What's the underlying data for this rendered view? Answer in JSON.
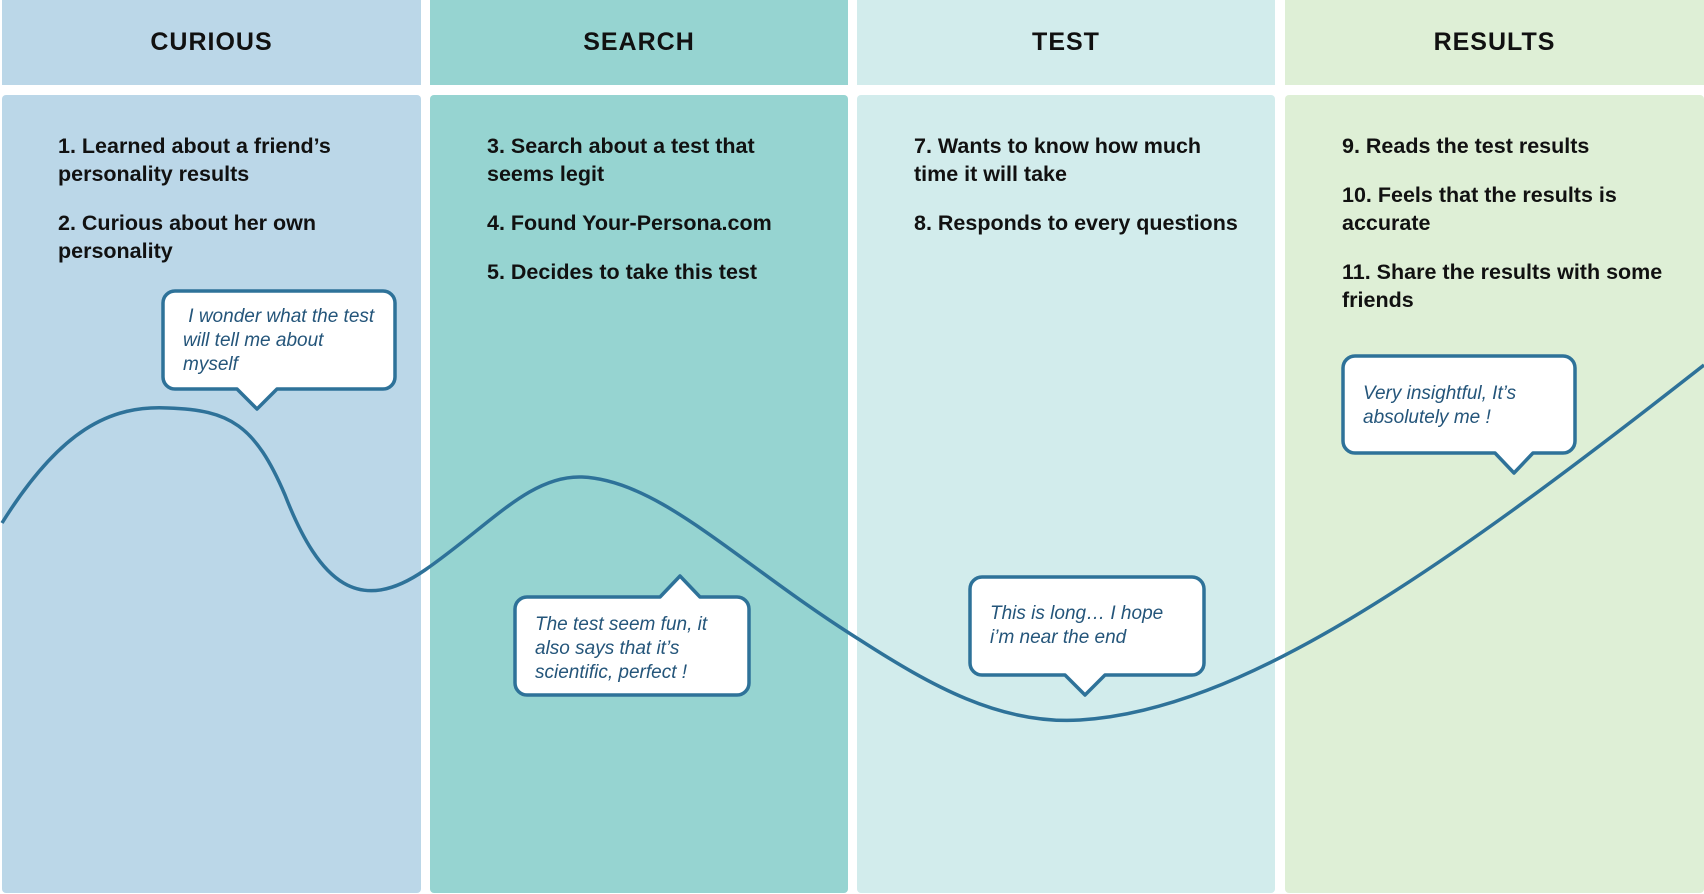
{
  "columns": [
    {
      "title": "CURIOUS",
      "header_color": "#bbd7e8",
      "body_color": "#bbd7e8",
      "steps": [
        "1. Learned about a friend’s personality results",
        "2. Curious about her own personality"
      ],
      "bubble": " I wonder what the test will tell me about myself"
    },
    {
      "title": "SEARCH",
      "header_color": "#96d4d1",
      "body_color": "#96d4d1",
      "steps": [
        "3. Search about a test that seems legit",
        "4. Found Your-Persona.com",
        "5. Decides to take this test"
      ],
      "bubble": "The test seem fun, it also says that it’s scientific, perfect !"
    },
    {
      "title": "TEST",
      "header_color": "#d2ecec",
      "body_color": "#d2ecec",
      "steps": [
        "7. Wants to know how much time it will take",
        "8. Responds to every questions"
      ],
      "bubble": "This is long… I hope i’m near the end"
    },
    {
      "title": "RESULTS",
      "header_color": "#deefd6",
      "body_color": "#deefd6",
      "steps": [
        "9. Reads the test results",
        "10. Feels that the results is accurate",
        "11. Share the results with some friends"
      ],
      "bubble": "Very insightful, It’s absolutely me !"
    }
  ],
  "curve_color": "#2e7299",
  "bubble_text_color": "#24557a"
}
